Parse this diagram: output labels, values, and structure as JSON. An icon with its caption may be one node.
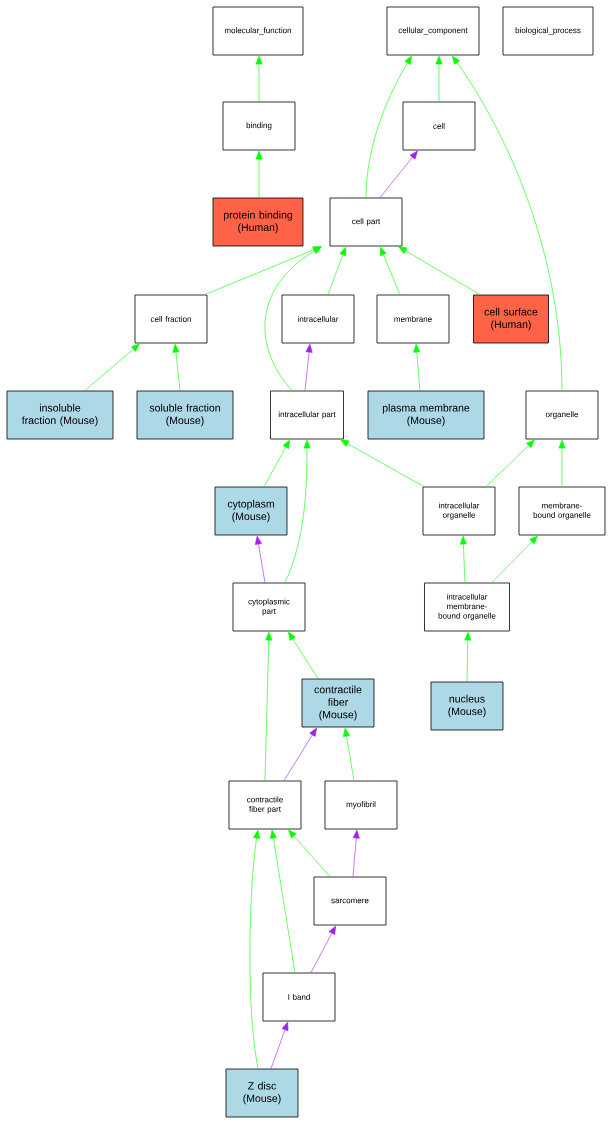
{
  "diagram": {
    "nodes": [
      {
        "text": [
          "molecular_function"
        ]
      },
      {
        "text": [
          "cellular_component"
        ]
      },
      {
        "text": [
          "biological_process"
        ]
      },
      {
        "text": [
          "binding"
        ]
      },
      {
        "text": [
          "cell"
        ]
      },
      {
        "text": [
          "protein binding (Human)"
        ]
      },
      {
        "text": [
          "cell part"
        ]
      },
      {
        "text": [
          "cell fraction"
        ]
      },
      {
        "text": [
          "intracellular"
        ]
      },
      {
        "text": [
          "membrane"
        ]
      },
      {
        "text": [
          "cell surface (Human)"
        ]
      },
      {
        "text": [
          "insoluble fraction (Mouse)"
        ]
      },
      {
        "text": [
          "soluble fraction (Mouse)"
        ]
      },
      {
        "text": [
          "intracellular part"
        ]
      },
      {
        "text": [
          "plasma membrane (Mouse)"
        ]
      },
      {
        "text": [
          "organelle"
        ]
      },
      {
        "text": [
          "cytoplasm (Mouse)"
        ]
      },
      {
        "text": [
          "intracellular organelle"
        ]
      },
      {
        "text": [
          "membrane-bound organelle"
        ]
      },
      {
        "text": [
          "cytoplasmic part"
        ]
      },
      {
        "text": [
          "intracellular membrane-bound organelle"
        ]
      },
      {
        "text": [
          "contractile fiber (Mouse)"
        ]
      },
      {
        "text": [
          "nucleus (Mouse)"
        ]
      },
      {
        "text": [
          "contractile fiber part"
        ]
      },
      {
        "text": [
          "myofibril"
        ]
      },
      {
        "text": [
          "sarcomere"
        ]
      },
      {
        "text": [
          "I band"
        ]
      },
      {
        "text": [
          "Z disc (Mouse)"
        ]
      }
    ],
    "edges": [
      {
        "from": 3,
        "to": 0,
        "arrow": "to"
      },
      {
        "from": 4,
        "to": 1,
        "arrow": "to"
      },
      {
        "from": 6,
        "to": 1,
        "arrow": "to"
      },
      {
        "from": 6,
        "to": 4,
        "arrow": "to",
        "color": "#a020f0"
      },
      {
        "from": 15,
        "to": 1,
        "arrow": "to"
      },
      {
        "from": 5,
        "to": 3,
        "arrow": "to"
      },
      {
        "from": 7,
        "to": 6,
        "arrow": "to"
      },
      {
        "from": 13,
        "to": 6,
        "arrow": "to"
      },
      {
        "from": 8,
        "to": 6,
        "arrow": "to"
      },
      {
        "from": 9,
        "to": 6,
        "arrow": "to"
      },
      {
        "from": 10,
        "to": 6,
        "arrow": "to"
      },
      {
        "from": 11,
        "to": 7,
        "arrow": "to"
      },
      {
        "from": 12,
        "to": 7,
        "arrow": "to"
      },
      {
        "from": 13,
        "to": 8,
        "arrow": "to",
        "color": "#a020f0"
      },
      {
        "from": 14,
        "to": 9,
        "arrow": "to"
      },
      {
        "from": 16,
        "to": 13,
        "arrow": "to"
      },
      {
        "from": 19,
        "to": 13,
        "arrow": "to"
      },
      {
        "from": 17,
        "to": 13,
        "arrow": "to"
      },
      {
        "from": 17,
        "to": 15,
        "arrow": "to"
      },
      {
        "from": 18,
        "to": 15,
        "arrow": "to"
      },
      {
        "from": 19,
        "to": 16,
        "arrow": "to",
        "color": "#a020f0"
      },
      {
        "from": 20,
        "to": 17,
        "arrow": "to"
      },
      {
        "from": 20,
        "to": 18,
        "arrow": "to"
      },
      {
        "from": 22,
        "to": 20,
        "arrow": "to"
      },
      {
        "from": 23,
        "to": 19,
        "arrow": "to"
      },
      {
        "from": 21,
        "to": 19,
        "arrow": "to"
      },
      {
        "from": 23,
        "to": 21,
        "arrow": "to",
        "color": "#a020f0"
      },
      {
        "from": 24,
        "to": 21,
        "arrow": "to"
      },
      {
        "from": 25,
        "to": 23,
        "arrow": "to"
      },
      {
        "from": 25,
        "to": 24,
        "arrow": "to",
        "color": "#a020f0"
      },
      {
        "from": 26,
        "to": 23,
        "arrow": "to"
      },
      {
        "from": 26,
        "to": 25,
        "arrow": "to",
        "color": "#a020f0"
      },
      {
        "from": 27,
        "to": 23,
        "arrow": "to"
      },
      {
        "from": 27,
        "to": 26,
        "arrow": "to",
        "color": "#a020f0"
      }
    ]
  }
}
